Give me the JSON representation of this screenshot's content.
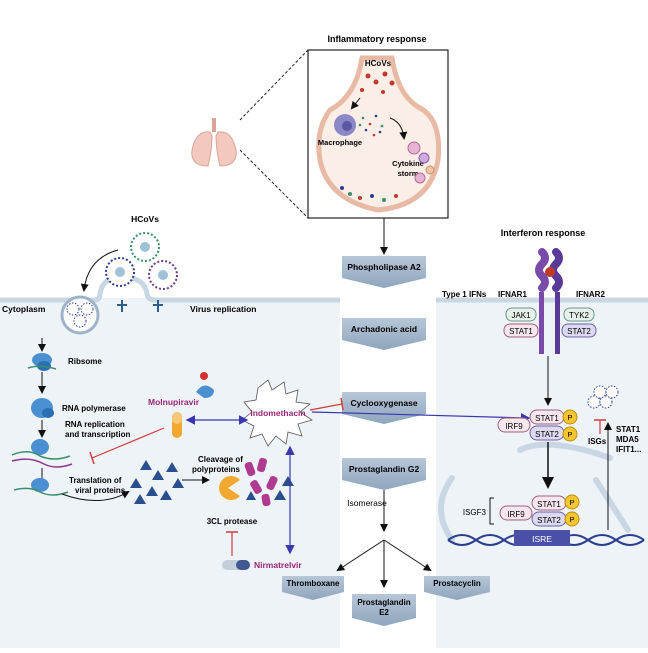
{
  "inflammatory": {
    "title": "Inflammatory response",
    "hcovs": "HCoVs",
    "macrophage": "Macrophage",
    "cytokine_line1": "Cytokine",
    "cytokine_line2": "storm"
  },
  "virus": {
    "hcovs": "HCoVs",
    "cytoplasm": "Cytoplasm",
    "virus_replication": "Virus replication",
    "ribosome": "Ribsome",
    "rna_polymerase": "RNA polymerase",
    "rna_rep_line1": "RNA replication",
    "rna_rep_line2": "and transcription",
    "translation_line1": "Translation of",
    "translation_line2": "viral proteins",
    "cleavage_line1": "Cleavage of",
    "cleavage_line2": "polyproteins",
    "protease": "3CL protease"
  },
  "drugs": {
    "molnupiravir": "Molnupiravir",
    "indomethacin": "Indomethacin",
    "nirmatrelvir": "Nirmatrelvir"
  },
  "pathway": {
    "phospholipase": "Phospholipase A2",
    "arachidonic": "Archadonic acid",
    "cyclooxygenase": "Cyclooxygenase",
    "prostaglandin_g2": "Prostaglandin G2",
    "isomerase": "Isomerase",
    "thromboxane": "Thromboxane",
    "prostaglandin_e2_line1": "Prostaglandin",
    "prostaglandin_e2_line2": "E2",
    "prostacyclin": "Prostacyclin"
  },
  "interferon": {
    "title": "Interferon response",
    "type1": "Type 1 IFNs",
    "ifnar1": "IFNAR1",
    "ifnar2": "IFNAR2",
    "jak1": "JAK1",
    "stat1": "STAT1",
    "tyk2": "TYK2",
    "stat2": "STAT2",
    "irf9": "IRF9",
    "p": "P",
    "isgf3": "ISGF3",
    "isre": "ISRE",
    "isgs": "ISGs",
    "isg_stat1": "STAT1",
    "isg_mda5": "MDA5",
    "isg_ifit1": "IFIT1..."
  },
  "colors": {
    "chevron": "#9fb3c8",
    "arrow_blue": "#3a36b0",
    "inhibit_red": "#d23a3a",
    "drug_magenta": "#9b2577",
    "cell_bg": "#eef3f8",
    "membrane": "#c9d6e3",
    "pink_box": "#f7e6ee",
    "lavender_box": "#ddd9f0",
    "yellow_p": "#f2c531",
    "dna_blue": "#2a3d8f",
    "isre_blue": "#4a4fa8"
  }
}
